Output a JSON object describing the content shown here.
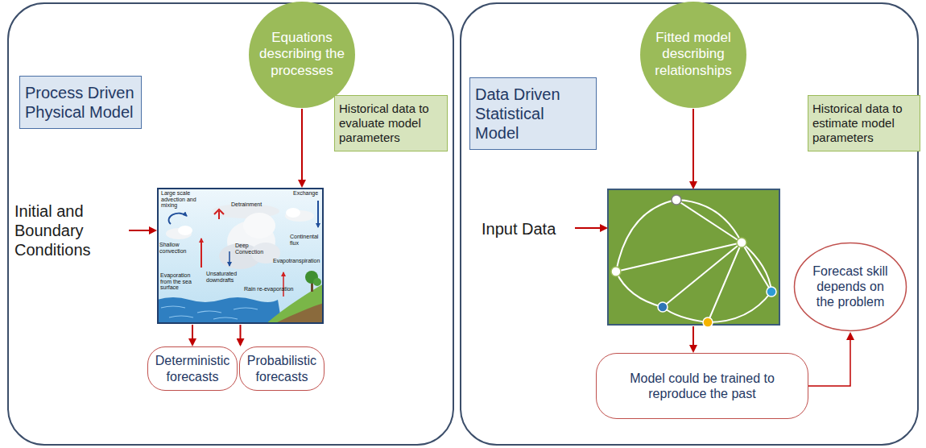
{
  "diagram": {
    "nodes": [
      {
        "text": [
          "Process Driven Physical Model"
        ]
      },
      {
        "text": [
          "Equations describing the processes"
        ]
      },
      {
        "text": [
          "Historical data to evaluate model parameters"
        ]
      },
      {
        "text": [
          "Large scale advection and mixing",
          "Detrainment",
          "Exchange",
          "Shallow convection",
          "Deep Convection",
          "Continental flux",
          "Evapotranspiration",
          "Evaporation from the sea surface",
          "Unsaturated downdrafts",
          "Rain re-evaporation"
        ]
      },
      {
        "text": [
          "Initial and Boundary Conditions"
        ]
      },
      {
        "text": [
          "Deterministic forecasts"
        ]
      },
      {
        "text": [
          "Probabilistic forecasts"
        ]
      },
      {
        "text": [
          "Data Driven Statistical Model"
        ]
      },
      {
        "text": [
          "Fitted model describing relationships"
        ]
      },
      {
        "text": [
          "Historical data to estimate model parameters"
        ]
      },
      {
        "text": [
          "Input Data"
        ]
      },
      {
        "text": [
          "Forecast skill depends on the problem"
        ]
      },
      {
        "text": [
          "Model could be trained to reproduce the past"
        ]
      }
    ],
    "edges": [
      {
        "from": 1,
        "to": 3,
        "arrow": "to"
      },
      {
        "from": 4,
        "to": 3,
        "arrow": "to"
      },
      {
        "from": 3,
        "to": 5,
        "arrow": "to"
      },
      {
        "from": 3,
        "to": 6,
        "arrow": "to"
      },
      {
        "from": 12,
        "to": 11,
        "arrow": "to"
      }
    ]
  }
}
